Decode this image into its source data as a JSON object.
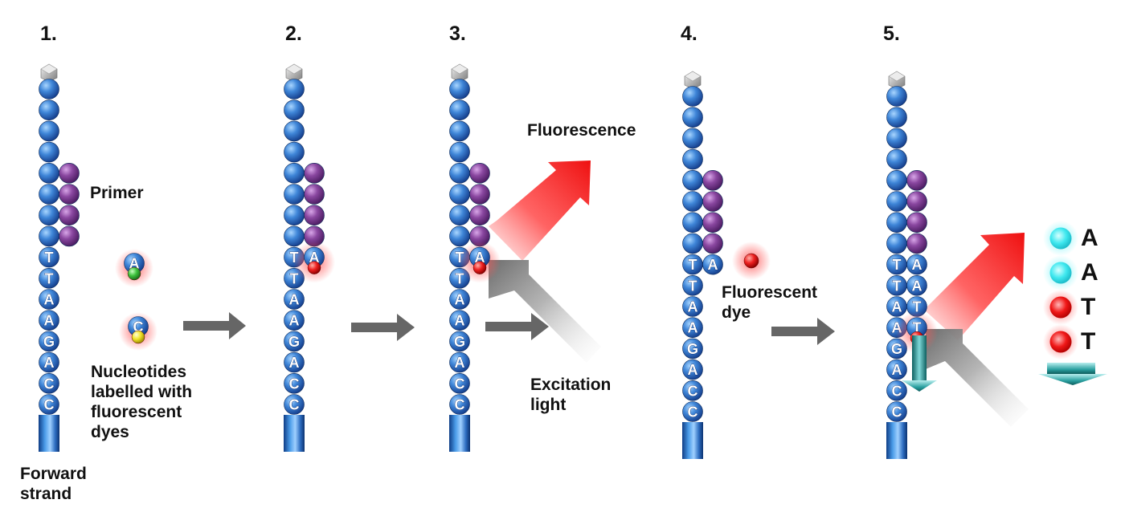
{
  "steps": [
    "1.",
    "2.",
    "3.",
    "4.",
    "5."
  ],
  "labels": {
    "primer": "Primer",
    "nucleotides": "Nucleotides\nlabelled with\nfluorescent\ndyes",
    "forward_strand": "Forward\nstrand",
    "fluorescence": "Fluorescence",
    "excitation": "Excitation\nlight",
    "fluorescent_dye": "Fluorescent\ndye"
  },
  "template_strand_bases": [
    "T",
    "T",
    "A",
    "A",
    "G",
    "A",
    "C",
    "C"
  ],
  "free_nucleotides": [
    {
      "base": "A",
      "dye": "green"
    },
    {
      "base": "C",
      "dye": "yellow"
    }
  ],
  "step2_incorporated": "A",
  "step3_incorporated": "A",
  "step4_incorporated": "A",
  "step5_incorporated": [
    "A",
    "A",
    "T",
    "T"
  ],
  "legend": [
    {
      "base": "A",
      "dye": "cyan"
    },
    {
      "base": "A",
      "dye": "cyan"
    },
    {
      "base": "T",
      "dye": "red"
    },
    {
      "base": "T",
      "dye": "red"
    }
  ],
  "colors": {
    "strand": "#2f6fc4",
    "primer": "#7a3a8e",
    "dye_green": "#3cc23c",
    "dye_yellow": "#f2e52a",
    "dye_red": "#e81515",
    "dye_cyan": "#3fe8ef",
    "fluorescence": "#e81515",
    "excitation": "#7a7a7a",
    "arrow": "#666666",
    "down_arrow": "#2a9a9a"
  }
}
